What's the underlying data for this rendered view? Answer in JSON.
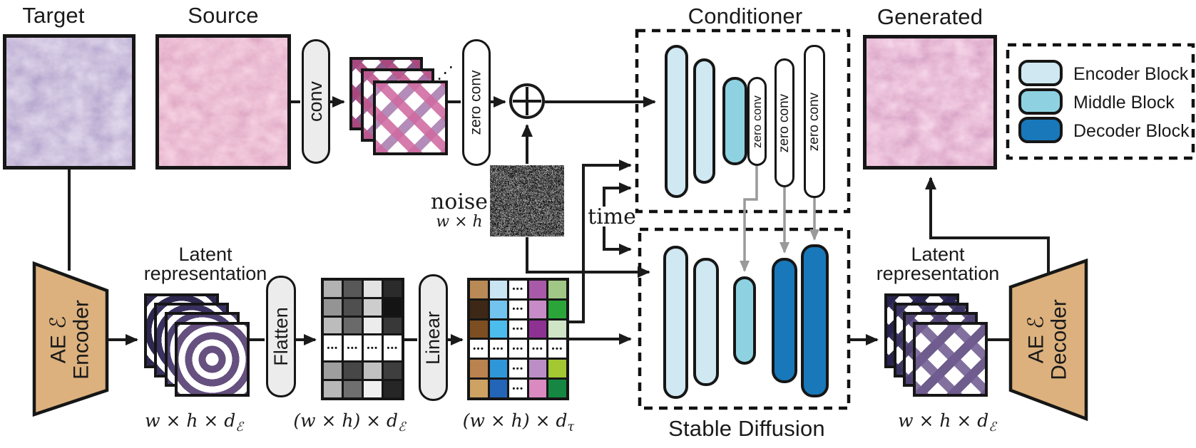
{
  "titles": {
    "target": "Target",
    "source": "Source",
    "conditioner": "Conditioner",
    "generated": "Generated",
    "stable_diffusion": "Stable Diffusion"
  },
  "ops": {
    "conv": "conv",
    "zero_conv": "zero conv",
    "flatten": "Flatten",
    "linear": "Linear"
  },
  "annotations": {
    "noise_label": "noise",
    "noise_dim": "w × h",
    "time_label": "time",
    "stack_ellipsis": "⋰"
  },
  "autoencoder": {
    "name_line": "AE ℰ",
    "encoder_word": "Encoder",
    "decoder_word": "Decoder"
  },
  "latent": {
    "title_line1": "Latent",
    "title_line2": "representation"
  },
  "dims": {
    "latent": {
      "pre": "w × h × d",
      "sub": "ℰ"
    },
    "flattened": {
      "pre": "(w × h) × d",
      "sub": "ℰ"
    },
    "tokens": {
      "pre": "(w × h) × d",
      "sub": "τ"
    }
  },
  "legend": {
    "items": [
      {
        "label": "Encoder Block",
        "color": "#cfe8f2"
      },
      {
        "label": "Middle Block",
        "color": "#8ed2e2"
      },
      {
        "label": "Decoder Block",
        "color": "#1878ba"
      }
    ]
  },
  "colors": {
    "encoder_block": "#cfe8f2",
    "middle_block": "#8ed2e2",
    "decoder_block": "#1878ba",
    "op_box_fill": "#ececec",
    "zero_conv_fill": "#ffffff",
    "autoencoder_fill": "#dcb17d",
    "outline": "#1a1a1a",
    "skip_connection": "#9a9a9a"
  },
  "matrices": {
    "gray": {
      "cols": 4,
      "rows": [
        [
          "#b2b2b2",
          "#585858",
          "#e3e3e3",
          "#2b2b2b"
        ],
        [
          "#949494",
          "#4f4f4f",
          "#cdcdcd",
          "#141414"
        ],
        [
          "#bcbcbc",
          "#6a6a6a",
          "#ececec",
          "#383838"
        ],
        [
          "dots",
          "dots",
          "dots",
          "dots"
        ],
        [
          "#9e9e9e",
          "#474747",
          "#c0c0c0",
          "#3e3e3e"
        ],
        [
          "#b7b7b7",
          "#6f6f6f",
          "#f0f0f0",
          "#262626"
        ]
      ]
    },
    "tokens": {
      "cols": 5,
      "rows": [
        [
          "#b98a55",
          "#c9e5f4",
          "dots",
          "#a85aa8",
          "#a0c785"
        ],
        [
          "#3d2817",
          "#72c4ee",
          "dots",
          "#c78cc7",
          "#2ba53a"
        ],
        [
          "#7c4e22",
          "#4cbcec",
          "dots",
          "#8d3293",
          "#d0e4c6"
        ],
        [
          "dots",
          "dots",
          "dots",
          "dots",
          "dots"
        ],
        [
          "#b9824e",
          "#2f97d7",
          "dots",
          "#bb8fc6",
          "#a3c832"
        ],
        [
          "#cda263",
          "#2365b6",
          "dots",
          "#da8ac0",
          "#158742"
        ]
      ]
    }
  }
}
